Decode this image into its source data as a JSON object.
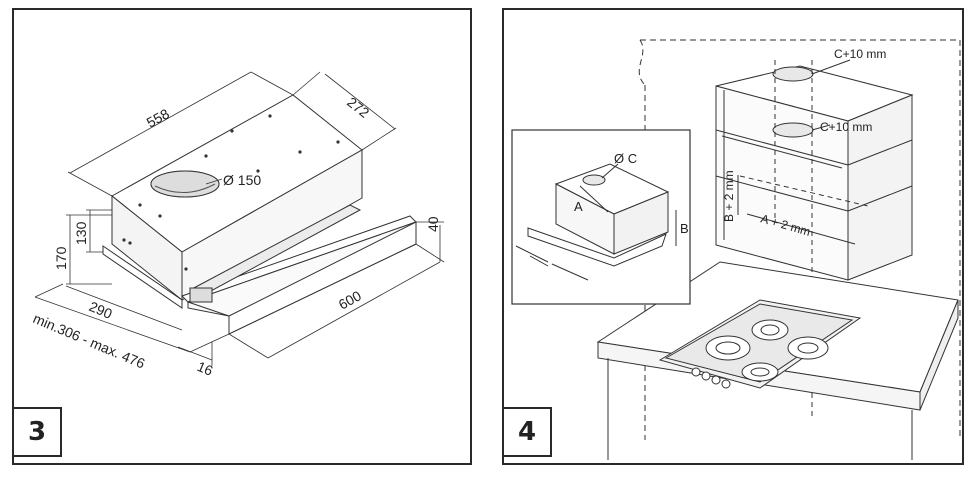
{
  "figures": [
    {
      "number": "3",
      "dimensions": {
        "depth_top": "558",
        "width_top": "272",
        "duct_diameter": "Ø 150",
        "height_total": "170",
        "height_body": "130",
        "front_height": "40",
        "width_depth": "290",
        "front_width": "600",
        "extension_range": "min.306 - max. 476",
        "front_offset": "16"
      }
    },
    {
      "number": "4",
      "labels": {
        "clearance_top": "C+10 mm",
        "clearance_mid": "C+10 mm",
        "width_clearance": "A + 2 mm",
        "height_clearance": "B + 2 mm",
        "inset_diameter": "Ø C",
        "inset_a": "A",
        "inset_b": "B"
      }
    }
  ]
}
